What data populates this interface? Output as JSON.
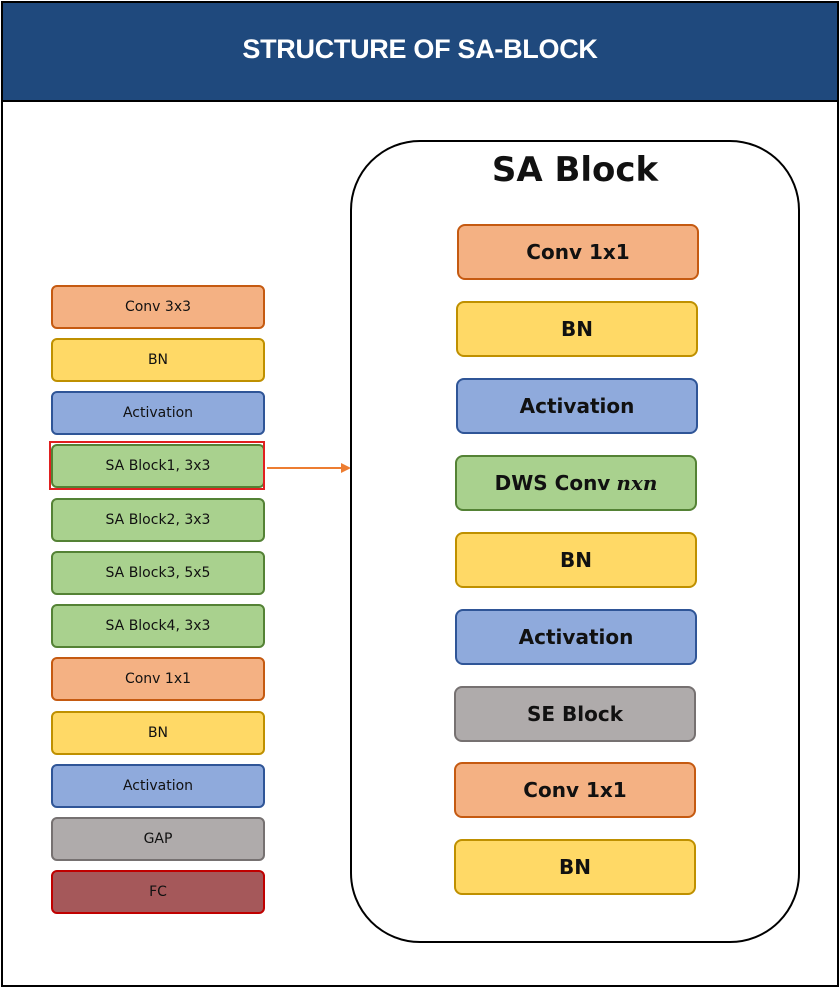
{
  "header": {
    "title": "STRUCTURE OF SA-BLOCK"
  },
  "network": {
    "layers": [
      {
        "label": "Conv 3x3",
        "color": "orange"
      },
      {
        "label": "BN",
        "color": "yellow"
      },
      {
        "label": "Activation",
        "color": "blue"
      },
      {
        "label": "SA Block1, 3x3",
        "color": "green",
        "highlighted": true
      },
      {
        "label": "SA Block2, 3x3",
        "color": "green"
      },
      {
        "label": "SA Block3, 5x5",
        "color": "green"
      },
      {
        "label": "SA Block4, 3x3",
        "color": "green"
      },
      {
        "label": "Conv 1x1",
        "color": "orange"
      },
      {
        "label": "BN",
        "color": "yellow"
      },
      {
        "label": "Activation",
        "color": "blue"
      },
      {
        "label": "GAP",
        "color": "gray"
      },
      {
        "label": "FC",
        "color": "red"
      }
    ]
  },
  "sa_block": {
    "title": "SA Block",
    "layers": [
      {
        "label": "Conv 1x1",
        "color": "orange"
      },
      {
        "label": "BN",
        "color": "yellow"
      },
      {
        "label": "Activation",
        "color": "blue"
      },
      {
        "label": "DWS Conv",
        "math": "nxn",
        "color": "green"
      },
      {
        "label": "BN",
        "color": "yellow"
      },
      {
        "label": "Activation",
        "color": "blue"
      },
      {
        "label": "SE Block",
        "color": "gray"
      },
      {
        "label": "Conv 1x1",
        "color": "orange"
      },
      {
        "label": "BN",
        "color": "yellow"
      }
    ]
  },
  "colors": {
    "header_bg": "#1f497d",
    "orange": "#f4b183",
    "yellow": "#ffd966",
    "blue": "#8faadc",
    "green": "#a9d18e",
    "gray": "#afabab",
    "red": "#a5585a",
    "highlight": "#e02020",
    "arrow": "#ed7d31"
  }
}
